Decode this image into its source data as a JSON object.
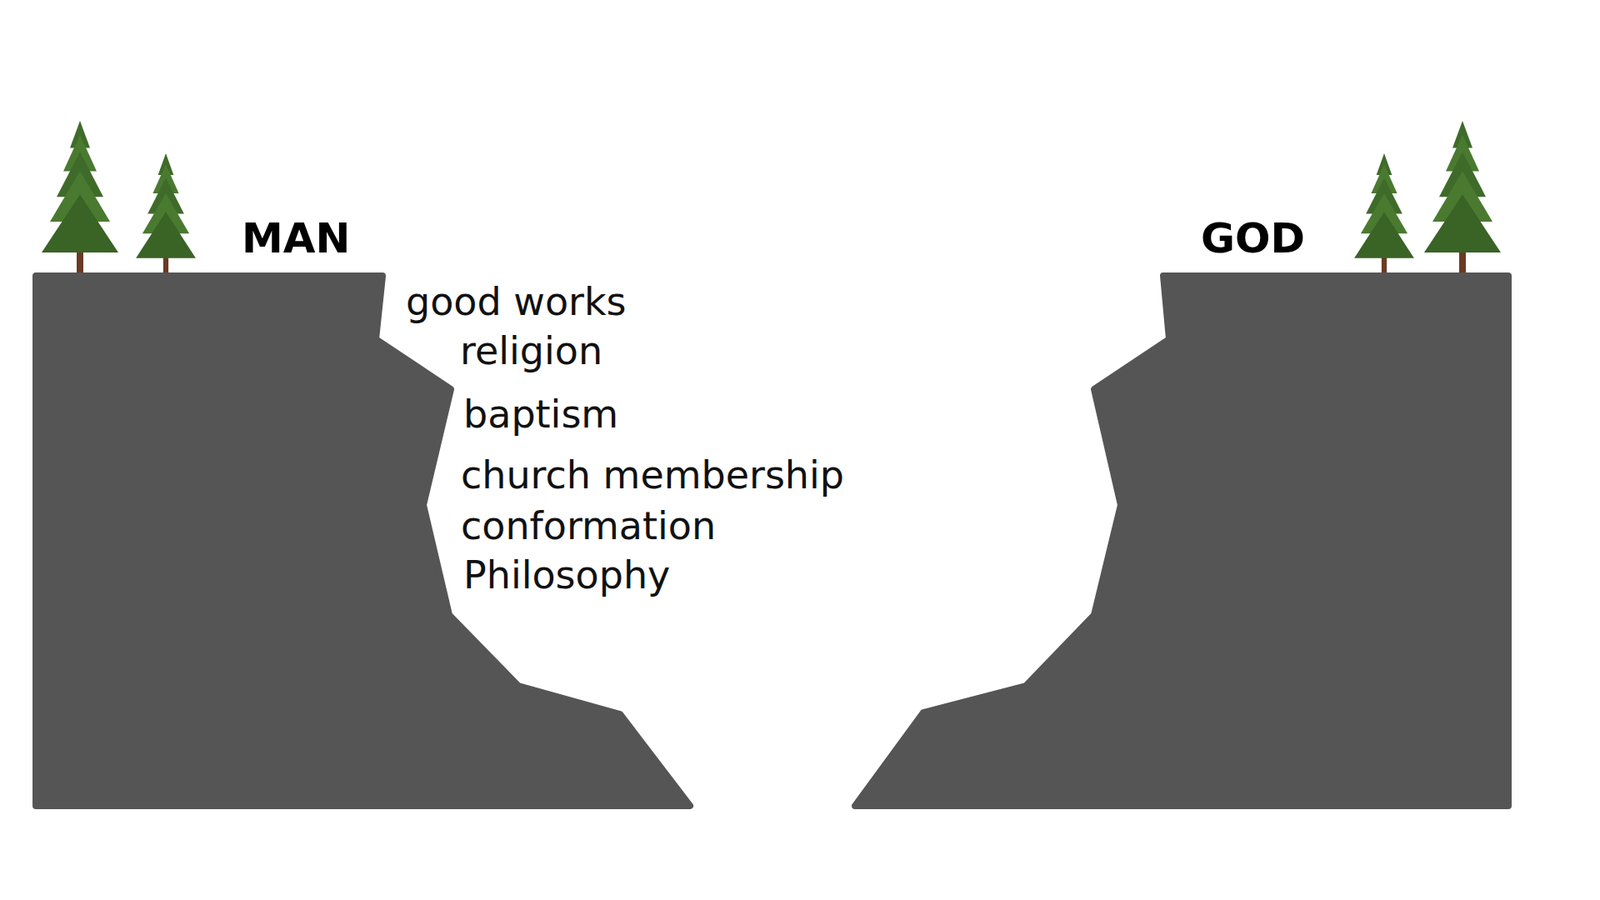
{
  "diagram": {
    "nodes": [
      {
        "text": [
          "MAN"
        ]
      },
      {
        "text": [
          "GOD"
        ]
      }
    ],
    "labels": [
      "good works",
      "religion",
      "baptism",
      "church membership",
      "conformation",
      "Philosophy"
    ]
  }
}
